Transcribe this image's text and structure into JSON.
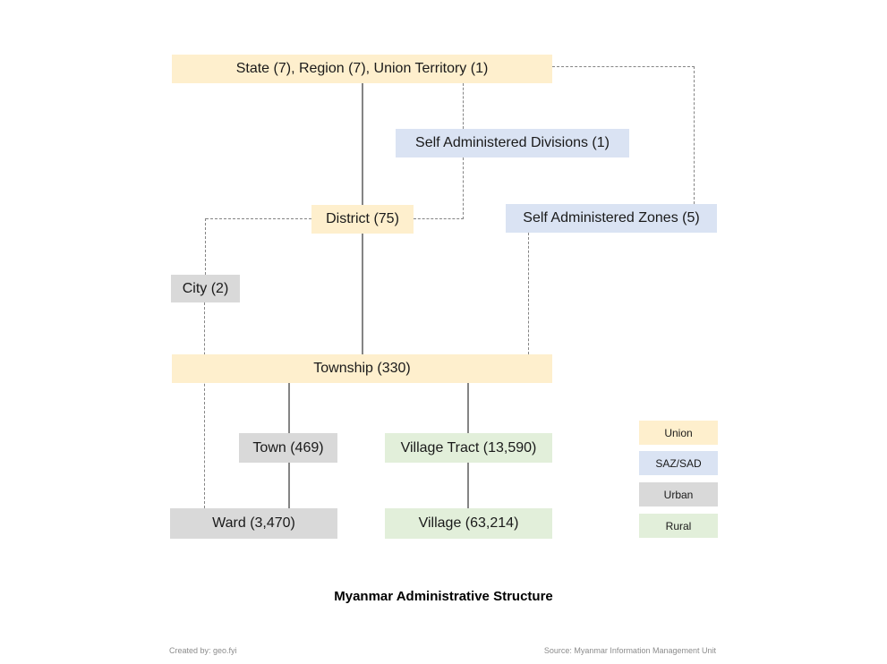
{
  "title": "Myanmar Administrative Structure",
  "footer": {
    "created_by": "Created by: geo.fyi",
    "source": "Source: Myanmar Information Management Unit"
  },
  "colors": {
    "union": "#FEEFCD",
    "saz_sad": "#DAE3F3",
    "urban": "#D9D9D9",
    "rural": "#E2EFDA",
    "line": "#848484",
    "text": "#1A1A1A",
    "footer_text": "#8C8C8C"
  },
  "nodes": {
    "state_region_union_territory": {
      "label": "State (7), Region (7), Union Territory (1)",
      "category": "Union"
    },
    "self_administered_divisions": {
      "label": "Self Administered Divisions (1)",
      "category": "SAZ/SAD"
    },
    "district": {
      "label": "District (75)",
      "category": "Union"
    },
    "self_administered_zones": {
      "label": "Self Administered Zones (5)",
      "category": "SAZ/SAD"
    },
    "city": {
      "label": "City (2)",
      "category": "Urban"
    },
    "township": {
      "label": "Township (330)",
      "category": "Union"
    },
    "town": {
      "label": "Town (469)",
      "category": "Urban"
    },
    "village_tract": {
      "label": "Village Tract (13,590)",
      "category": "Rural"
    },
    "ward": {
      "label": "Ward (3,470)",
      "category": "Urban"
    },
    "village": {
      "label": "Village (63,214)",
      "category": "Rural"
    }
  },
  "edges": [
    {
      "from": "state_region_union_territory",
      "to": "district",
      "style": "solid"
    },
    {
      "from": "district",
      "to": "township",
      "style": "solid"
    },
    {
      "from": "township",
      "to": "town",
      "style": "solid"
    },
    {
      "from": "town",
      "to": "ward",
      "style": "solid"
    },
    {
      "from": "township",
      "to": "village_tract",
      "style": "solid"
    },
    {
      "from": "village_tract",
      "to": "village",
      "style": "solid"
    },
    {
      "from": "state_region_union_territory",
      "to": "self_administered_divisions",
      "style": "dashed"
    },
    {
      "from": "self_administered_divisions",
      "to": "district",
      "style": "dashed"
    },
    {
      "from": "state_region_union_territory",
      "to": "self_administered_zones",
      "style": "dashed"
    },
    {
      "from": "self_administered_zones",
      "to": "township",
      "style": "dashed"
    },
    {
      "from": "district",
      "to": "city",
      "style": "dashed"
    },
    {
      "from": "city",
      "to": "ward",
      "style": "dashed"
    }
  ],
  "legend": {
    "items": [
      {
        "label": "Union"
      },
      {
        "label": "SAZ/SAD"
      },
      {
        "label": "Urban"
      },
      {
        "label": "Rural"
      }
    ]
  }
}
